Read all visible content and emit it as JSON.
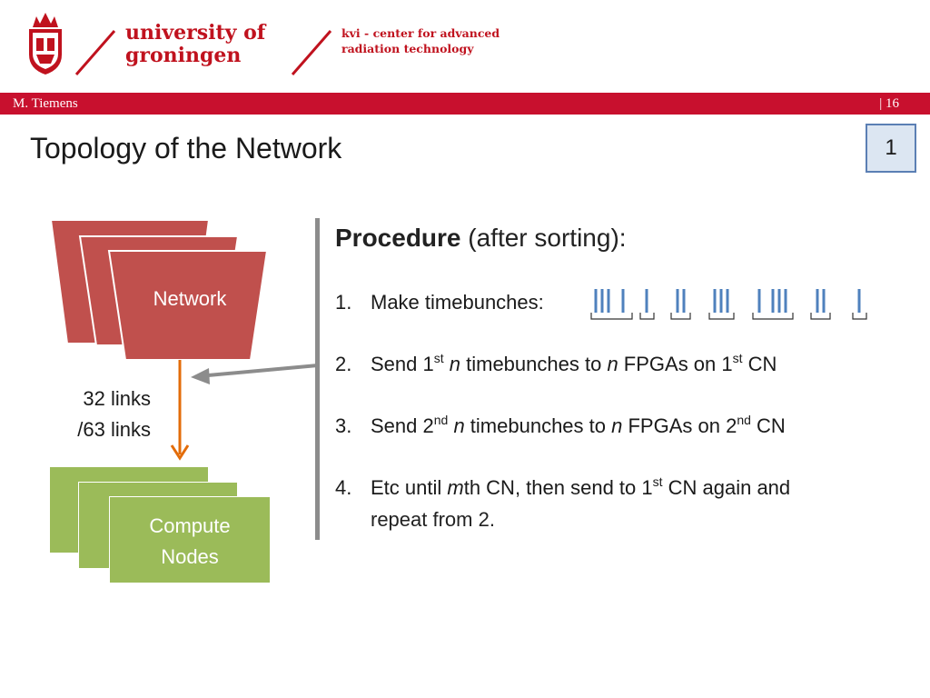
{
  "header": {
    "university": [
      "university of",
      "groningen"
    ],
    "institute": [
      "kvi - center for advanced",
      "radiation technology"
    ]
  },
  "band": {
    "author": "M. Tiemens",
    "page": "| 16"
  },
  "slide": {
    "title": "Topology of the Network",
    "badge": "1"
  },
  "diagram": {
    "network_label": "Network",
    "compute_label": [
      "Compute",
      "Nodes"
    ],
    "links_label": [
      "32 links",
      "/63 links"
    ]
  },
  "procedure": {
    "title_bold": "Procedure",
    "title_rest": " (after sorting):",
    "steps": [
      {
        "num": "1.",
        "text": "Make timebunches:"
      },
      {
        "num": "2.",
        "parts": [
          "Send 1",
          "st",
          " ",
          "n",
          " timebunches to ",
          "n",
          " FPGAs on 1",
          "st",
          " CN"
        ]
      },
      {
        "num": "3.",
        "parts": [
          "Send 2",
          "nd",
          " ",
          "n",
          " timebunches to ",
          "n",
          " FPGAs on 2",
          "nd",
          " CN"
        ]
      },
      {
        "num": "4.",
        "parts": [
          "Etc until ",
          "m",
          "th CN, then send to 1",
          "st",
          " CN again and"
        ],
        "cont": "repeat from 2."
      }
    ]
  },
  "colors": {
    "brand_red": "#c8102e",
    "network_fill": "#c0504d",
    "compute_fill": "#9bbb59",
    "arrow_orange": "#e36c09",
    "timebunch_blue": "#4f81bd"
  }
}
